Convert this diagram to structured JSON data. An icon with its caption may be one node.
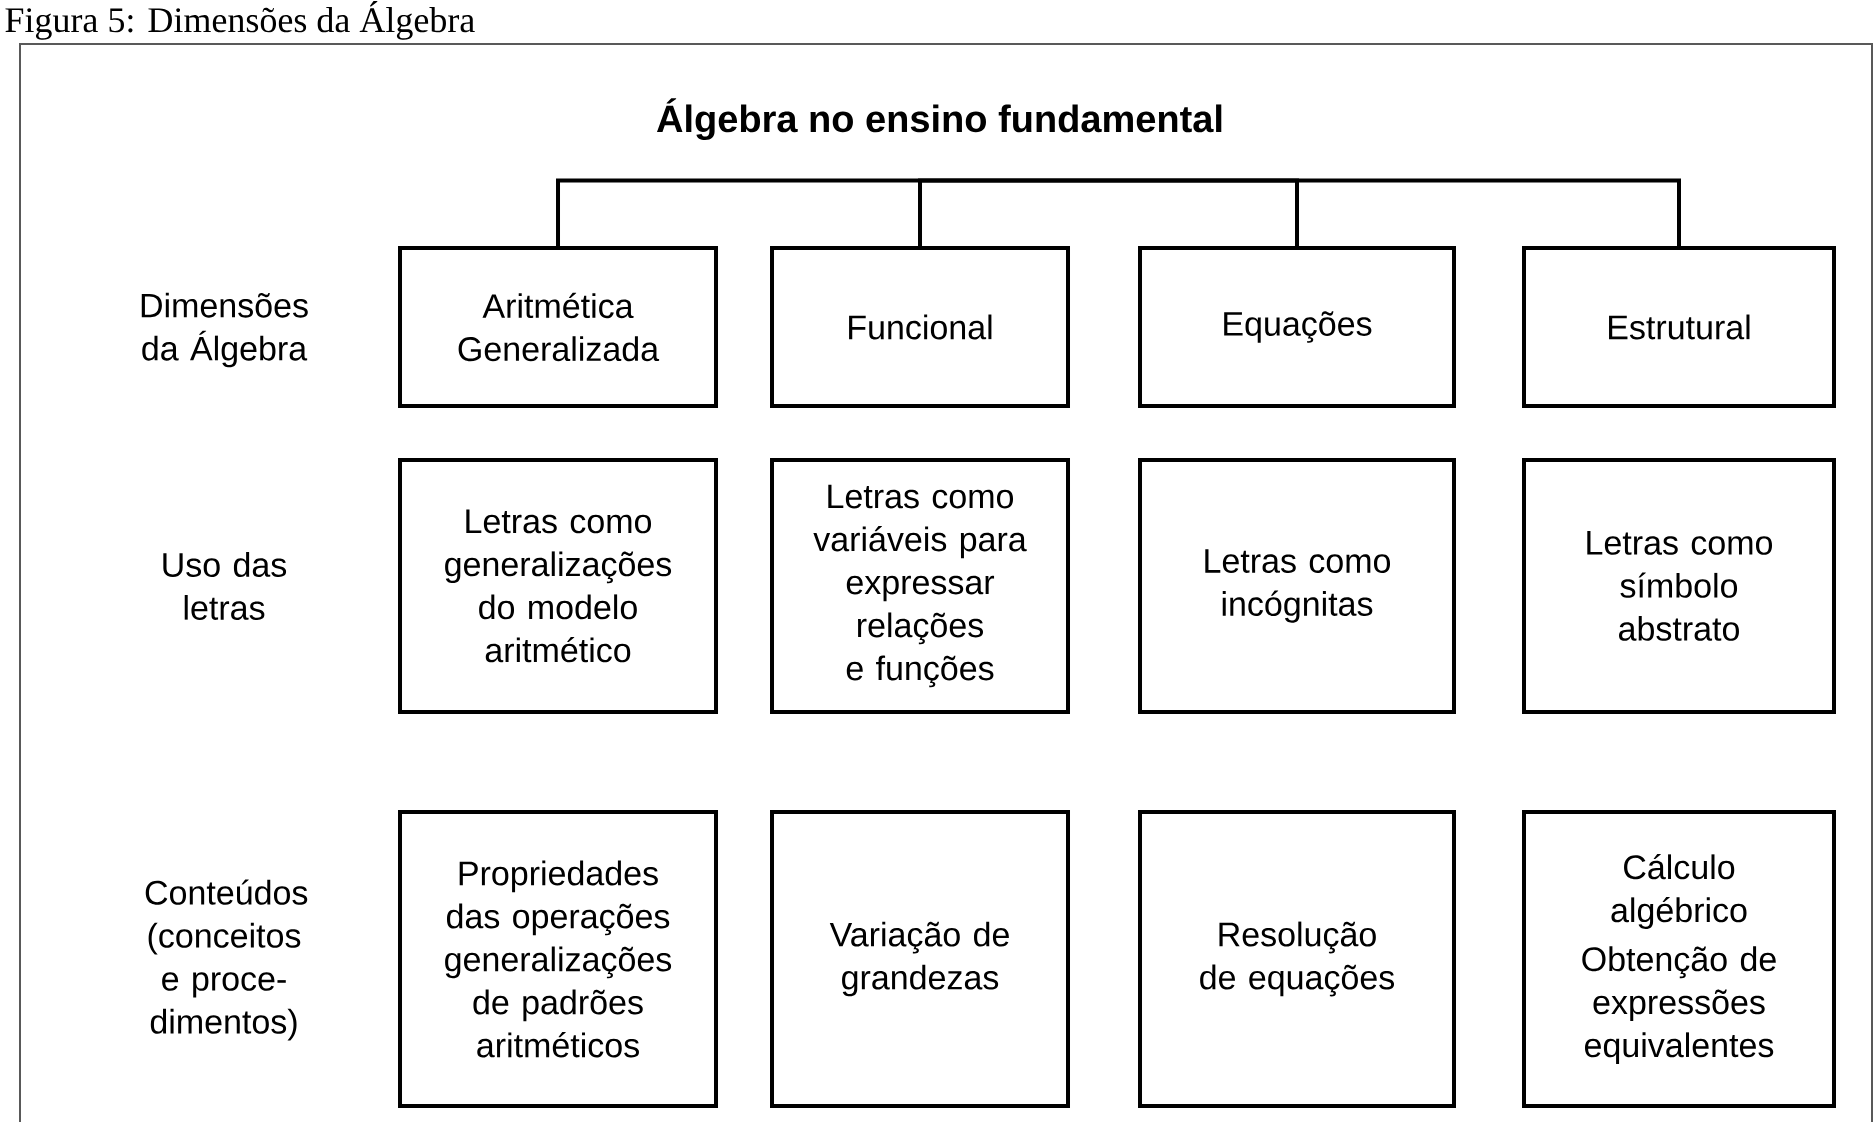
{
  "diagram": {
    "caption": "Figura 5: Dimensões da Álgebra",
    "nodes": [
      {
        "text": [
          "Álgebra no ensino fundamental"
        ]
      },
      {
        "text": [
          "Aritmética Generalizada"
        ]
      },
      {
        "text": [
          "Funcional"
        ]
      },
      {
        "text": [
          "Equações"
        ]
      },
      {
        "text": [
          "Estrutural"
        ]
      },
      {
        "text": [
          "Letras como generalizações do modelo aritmético"
        ]
      },
      {
        "text": [
          "Letras como variáveis para expressar relações e funções"
        ]
      },
      {
        "text": [
          "Letras como incógnitas"
        ]
      },
      {
        "text": [
          "Letras como símbolo abstrato"
        ]
      },
      {
        "text": [
          "Propriedades das operações generalizações de padrões aritméticos"
        ]
      },
      {
        "text": [
          "Variação de grandezas"
        ]
      },
      {
        "text": [
          "Resolução de equações"
        ]
      },
      {
        "text": [
          "Cálculo algébrico",
          "Obtenção de expressões equivalentes"
        ]
      }
    ],
    "edges": [
      {
        "from": 0,
        "to": 1,
        "arrow": "none"
      },
      {
        "from": 0,
        "to": 2,
        "arrow": "none"
      },
      {
        "from": 0,
        "to": 3,
        "arrow": "none"
      },
      {
        "from": 0,
        "to": 4,
        "arrow": "none"
      }
    ],
    "labels": [
      "Dimensões da Álgebra",
      "Uso das letras",
      "Conteúdos (conceitos e proce- dimentos)"
    ]
  }
}
